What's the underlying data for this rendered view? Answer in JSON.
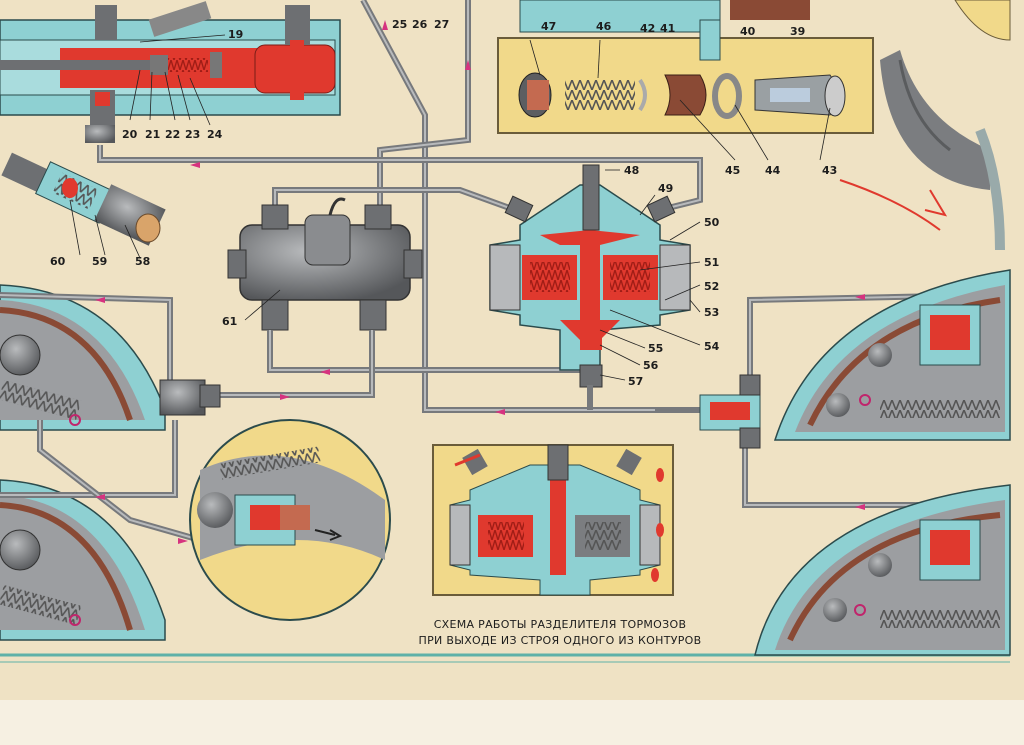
{
  "caption": {
    "line1": "СХЕМА РАБОТЫ РАЗДЕЛИТЕЛЯ ТОРМОЗОВ",
    "line2": "ПРИ ВЫХОДЕ ИЗ СТРОЯ ОДНОГО ИЗ КОНТУРОВ"
  },
  "part_numbers": {
    "p19": "19",
    "p20": "20",
    "p21": "21",
    "p22": "22",
    "p23": "23",
    "p24": "24",
    "p25": "25",
    "p26": "26",
    "p27": "27",
    "p39": "39",
    "p40": "40",
    "p41": "41",
    "p42": "42",
    "p43": "43",
    "p44": "44",
    "p45": "45",
    "p46": "46",
    "p47": "47",
    "p48": "48",
    "p49": "49",
    "p50": "50",
    "p51": "51",
    "p52": "52",
    "p53": "53",
    "p54": "54",
    "p55": "55",
    "p56": "56",
    "p57": "57",
    "p58": "58",
    "p59": "59",
    "p60": "60",
    "p61": "61"
  },
  "colors": {
    "paper": "#efe2c4",
    "fluid_red": "#e0392e",
    "body_cyan": "#8ed0d2",
    "metal_grey": "#6d6f72",
    "pipe_grey": "#77797c",
    "inset_yellow": "#f1d98a",
    "border_teal": "#5fb1a8"
  }
}
